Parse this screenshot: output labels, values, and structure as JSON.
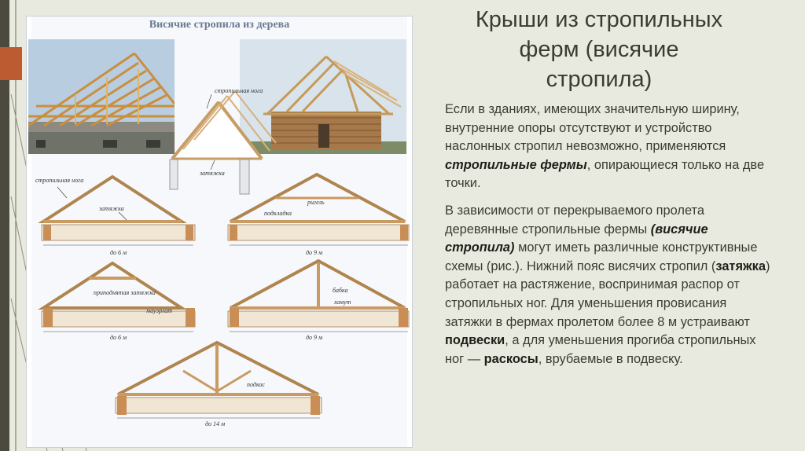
{
  "slide": {
    "title_lines": [
      "Крыши из стропильных",
      "ферм (висячие",
      "стропила)"
    ],
    "colors": {
      "background": "#e9eadf",
      "accent": "#bc5a32",
      "band": "#4c4a3e",
      "text": "#3a3a34"
    }
  },
  "figure": {
    "title": "Висячие стропила из дерева",
    "labels": {
      "rafter_leg_photo": "стропильная нога",
      "tie_photo": "затяжка",
      "rafter_leg": "стропильная нога",
      "tie1": "затяжка",
      "span1": "до 6 м",
      "crossbar": "ригель",
      "brace_beam": "подкладка",
      "span2": "до 9 м",
      "raised_tie": "приподнятая затяжка",
      "mauerlat": "мауэрлат",
      "span3": "до 6 м",
      "king_post": "бабка",
      "clamp": "хомут",
      "span4": "до 9 м",
      "strut": "подкос",
      "span5": "до 14 м"
    }
  },
  "content": {
    "p1_a": "Если в зданиях, имеющих значительную ширину, внутренние опоры отсутствуют и устройство наслонных стропил невозможно, применяются ",
    "p1_b": "стропильные фермы",
    "p1_c": ", опирающиеся только на две точки.",
    "p2_a": "В зависимости от перекрываемого пролета деревянные стропильные фермы ",
    "p2_b": "(висячие стропила)",
    "p2_c": " могут иметь различные конструктивные схемы (рис.). Нижний пояс висячих стропил (",
    "p2_d": "затяжка",
    "p2_e": ") работает на растяжение, воспринимая распор от стропильных ног. Для уменьшения провисания затяжки в фермах пролетом более 8 м устраивают ",
    "p2_f": "подвески",
    "p2_g": ", а для уменьшения прогиба стропильных ног — ",
    "p2_h": "раскосы",
    "p2_i": ", врубаемые в подвеску."
  }
}
